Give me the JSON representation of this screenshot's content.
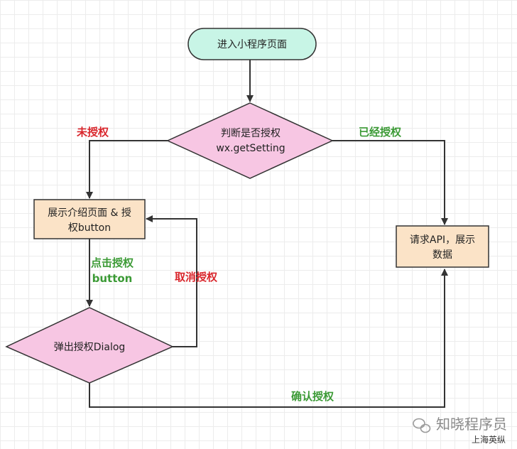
{
  "nodes": {
    "start": {
      "label": "进入小程序页面"
    },
    "check": {
      "line1": "判断是否授权",
      "line2": "wx.getSetting"
    },
    "intro": {
      "line1": "展示介绍页面 & 授",
      "line2": "权button"
    },
    "api": {
      "line1": "请求API，展示",
      "line2": "数据"
    },
    "dialog": {
      "label": "弹出授权Dialog"
    }
  },
  "edges": {
    "unauthorized": "未授权",
    "authorized": "已经授权",
    "click_line1": "点击授权",
    "click_line2": "button",
    "cancel": "取消授权",
    "confirm": "确认授权"
  },
  "watermark": {
    "name": "知晓程序员",
    "sub": "上海英纵"
  },
  "colors": {
    "terminal_fill": "#c8f5e6",
    "decision_fill": "#f7c6e3",
    "process_fill": "#fbe3c7",
    "red_label": "#d9262c",
    "green_label": "#3b9a35"
  }
}
